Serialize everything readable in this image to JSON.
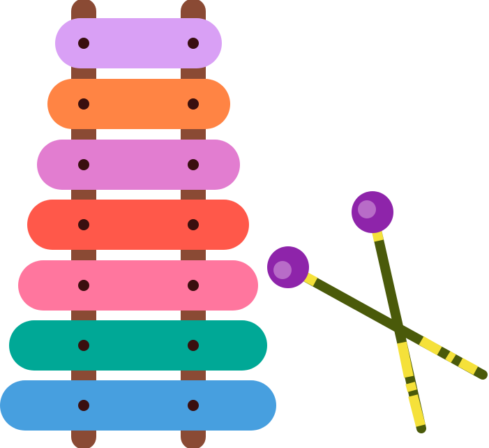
{
  "illustration": {
    "subject": "xylophone-with-mallets",
    "colors": {
      "background": "#ffffff",
      "frame_rail": "#8a4a34",
      "bar_peg": "#3a0f0f",
      "mallet_stick": "#4a5a0a",
      "mallet_band": "#f5e13a",
      "mallet_head": "#8e24aa",
      "mallet_highlight": "#b86cc8"
    },
    "bars": [
      {
        "color": "#d9a0f5",
        "name": "lilac"
      },
      {
        "color": "#ff8444",
        "name": "orange"
      },
      {
        "color": "#e27dd0",
        "name": "pink-purple"
      },
      {
        "color": "#ff584a",
        "name": "red"
      },
      {
        "color": "#ff769e",
        "name": "pink"
      },
      {
        "color": "#00a896",
        "name": "teal"
      },
      {
        "color": "#479fdf",
        "name": "blue"
      }
    ],
    "mallet_count": 2
  }
}
